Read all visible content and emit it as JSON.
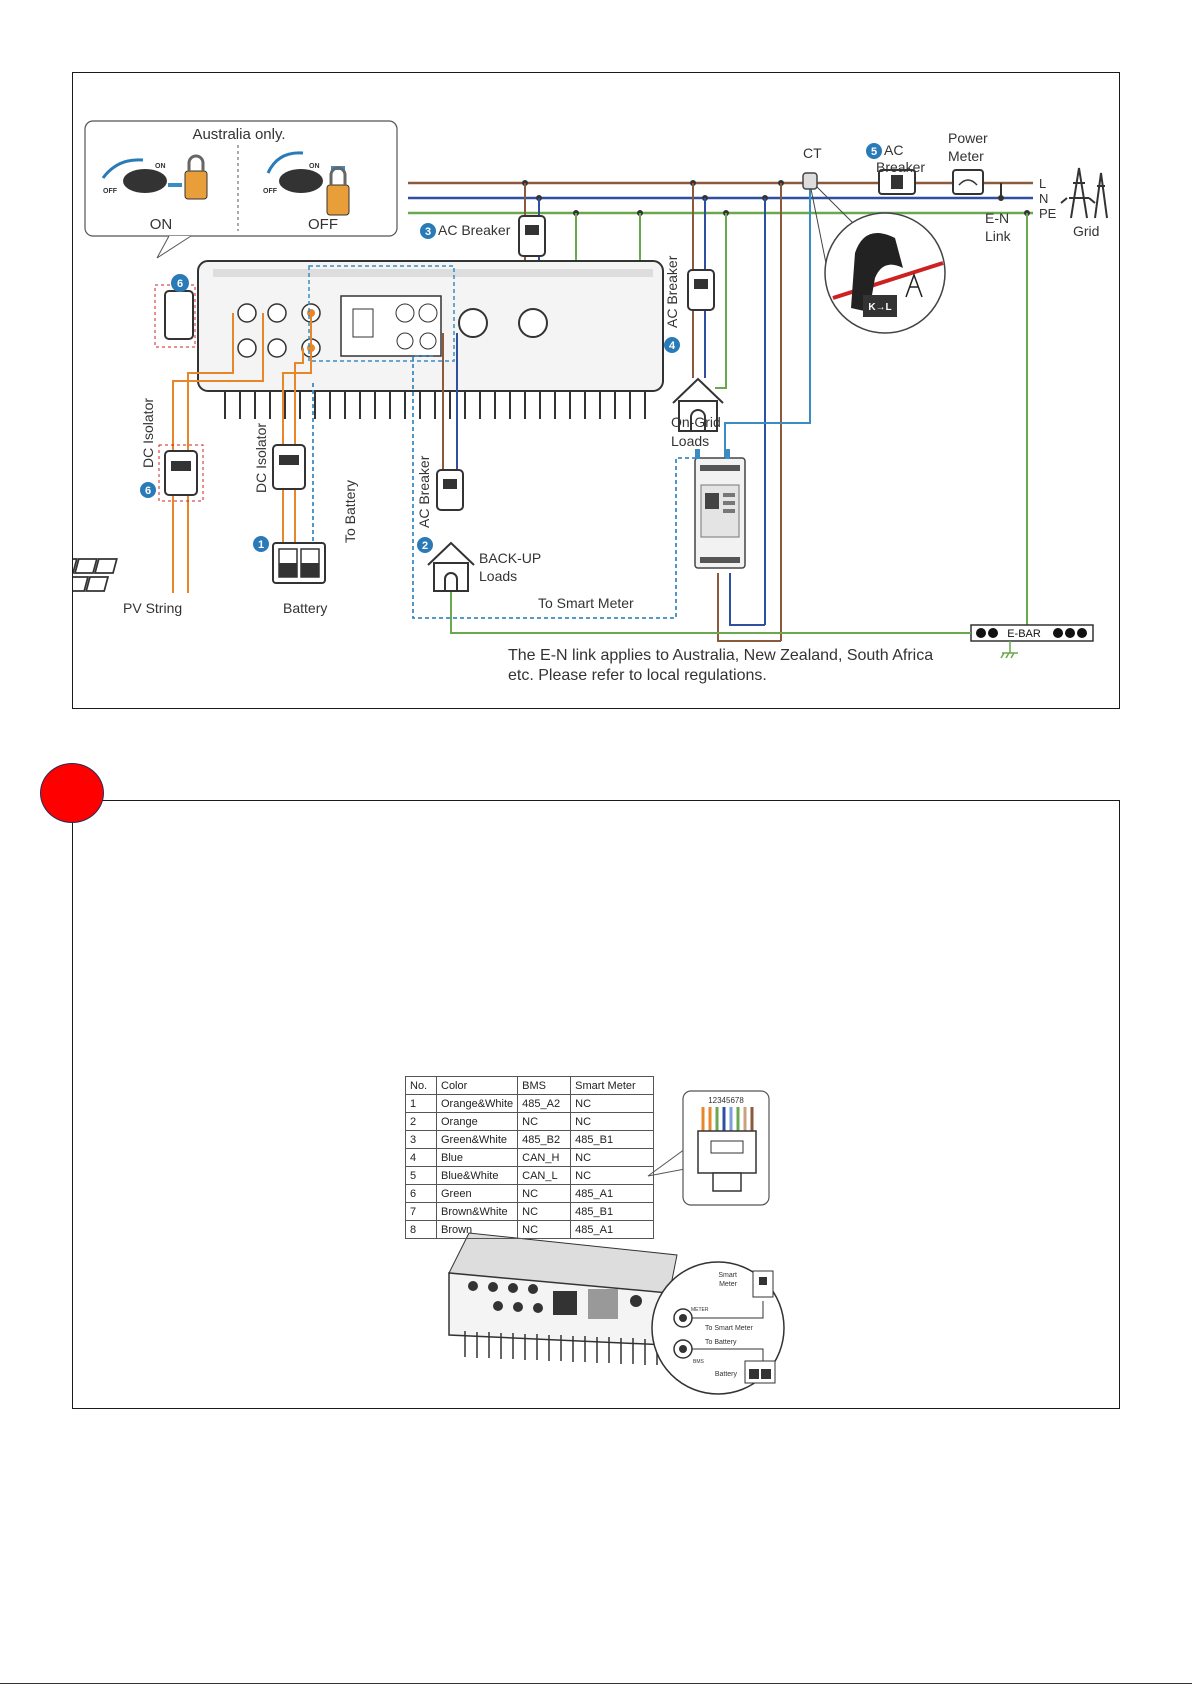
{
  "system_diagram": {
    "australia_title": "Australia only.",
    "switch_on_label": "ON",
    "switch_off_label": "OFF",
    "switch_knob_on": "ON",
    "switch_knob_off": "OFF",
    "step_1": "1",
    "step_2": "2",
    "step_3": "3",
    "step_4": "4",
    "step_5": "5",
    "step_6": "6",
    "ac_breaker_3": "AC Breaker",
    "ac_breaker_4": "AC Breaker",
    "ac_breaker_2": "AC Breaker",
    "ac_breaker_5_line1": "AC",
    "ac_breaker_5_line2": "Breaker",
    "power_meter_line1": "Power",
    "power_meter_line2": "Meter",
    "ct_label": "CT",
    "line_l": "L",
    "line_n": "N",
    "line_pe": "PE",
    "grid_label": "Grid",
    "en_link_line1": "E-N",
    "en_link_line2": "Link",
    "dc_isolator_left": "DC Isolator",
    "dc_isolator_center": "DC Isolator",
    "to_battery": "To Battery",
    "pv_string": "PV String",
    "battery": "Battery",
    "backup_line1": "BACK-UP",
    "backup_line2": "Loads",
    "ongrid_line1": "On-Grid",
    "ongrid_line2": "Loads",
    "to_smart_meter": "To Smart Meter",
    "ebar": "E-BAR",
    "ct_clamp_text": "K→L",
    "note_line1": "The E-N link applies to Australia, New Zealand, South Africa",
    "note_line2": "etc. Please refer to local regulations.",
    "colors": {
      "live": "#8b5a3c",
      "neutral": "#2f4f9f",
      "pe": "#6aa84f",
      "dc": "#e8862a",
      "comm": "#3a8cc4",
      "step_badge": "#2a7ab8"
    }
  },
  "marker": {
    "color": "#ff0000"
  },
  "pinout": {
    "headers": [
      "No.",
      "Color",
      "BMS",
      "Smart Meter"
    ],
    "rows": [
      [
        "1",
        "Orange&White",
        "485_A2",
        "NC"
      ],
      [
        "2",
        "Orange",
        "NC",
        "NC"
      ],
      [
        "3",
        "Green&White",
        "485_B2",
        "485_B1"
      ],
      [
        "4",
        "Blue",
        "CAN_H",
        "NC"
      ],
      [
        "5",
        "Blue&White",
        "CAN_L",
        "NC"
      ],
      [
        "6",
        "Green",
        "NC",
        "485_A1"
      ],
      [
        "7",
        "Brown&White",
        "NC",
        "485_B1"
      ],
      [
        "8",
        "Brown",
        "NC",
        "485_A1"
      ]
    ],
    "connector_pins": "12345678"
  },
  "detail_diagram": {
    "smart_meter_line1": "Smart",
    "smart_meter_line2": "Meter",
    "to_smart_meter": "To Smart Meter",
    "to_battery": "To Battery",
    "battery": "Battery",
    "port_meter": "METER",
    "port_bms": "BMS"
  }
}
